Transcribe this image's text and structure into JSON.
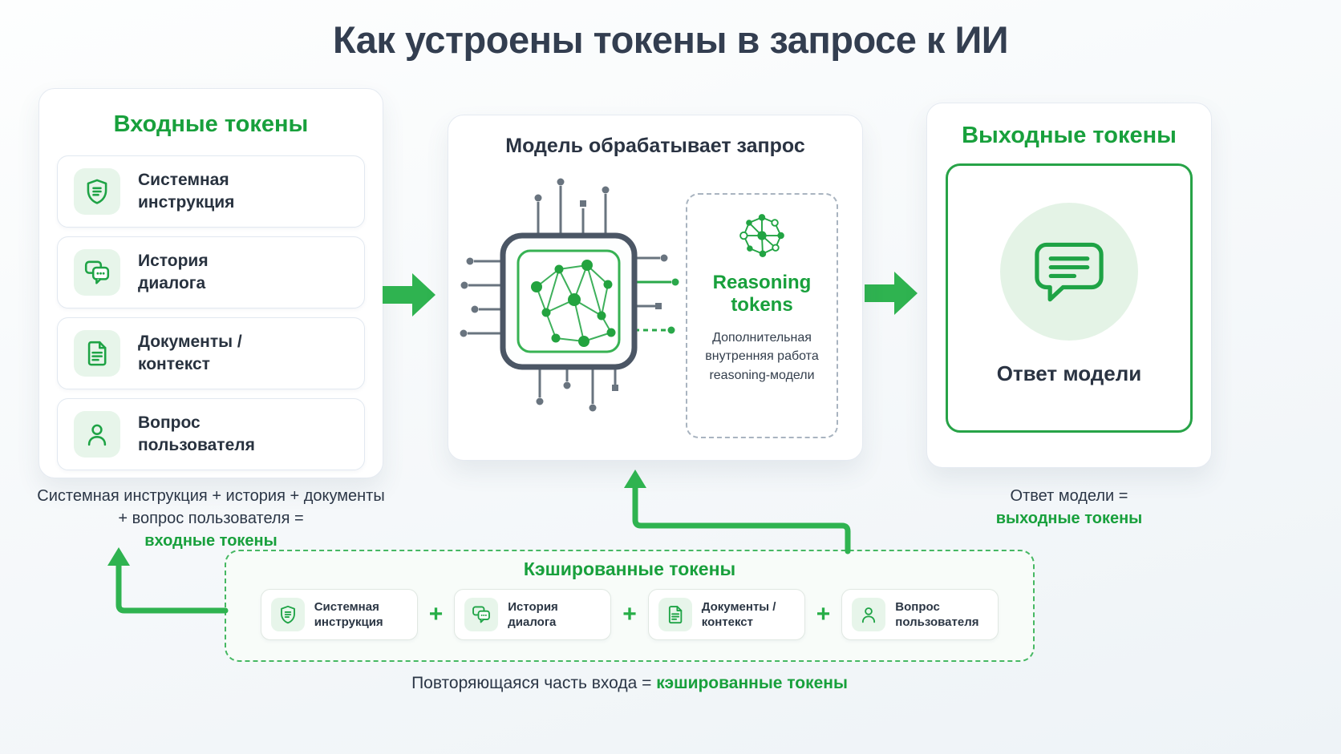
{
  "title": "Как устроены токены в запросе к ИИ",
  "colors": {
    "accent_green": "#18a03c",
    "arrow_green": "#2fb350",
    "icon_green": "#1ea345",
    "light_green_bg": "#e7f5ea",
    "dark_text": "#2a3342",
    "dashed_border": "#46b863"
  },
  "input_panel": {
    "title": "Входные токены",
    "items": [
      {
        "icon": "shield-icon",
        "label": "Системная инструкция"
      },
      {
        "icon": "chat-icon",
        "label": "История диалога"
      },
      {
        "icon": "document-icon",
        "label": "Документы / контекст"
      },
      {
        "icon": "user-icon",
        "label": "Вопрос пользователя"
      }
    ],
    "caption": "Системная инструкция + история + документы + вопрос пользователя =",
    "caption_highlight": "входные токены"
  },
  "process_panel": {
    "title": "Модель обрабатывает запрос",
    "icon": "chip-illustration",
    "reasoning": {
      "icon": "molecule-icon",
      "title": "Reasoning tokens",
      "description": "Дополнительная внутренняя работа reasoning-модели"
    }
  },
  "output_panel": {
    "title": "Выходные токены",
    "icon": "chat-bubble-icon",
    "label": "Ответ модели",
    "caption": "Ответ модели =",
    "caption_highlight": "выходные токены"
  },
  "cached_panel": {
    "title": "Кэшированные токены",
    "plus": "+",
    "items": [
      {
        "icon": "shield-icon",
        "label": "Системная инструкция"
      },
      {
        "icon": "chat-icon",
        "label": "История диалога"
      },
      {
        "icon": "document-icon",
        "label": "Документы / контекст"
      },
      {
        "icon": "user-icon",
        "label": "Вопрос пользователя"
      }
    ],
    "caption": "Повторяющаяся часть входа =",
    "caption_highlight": "кэшированные токены"
  }
}
